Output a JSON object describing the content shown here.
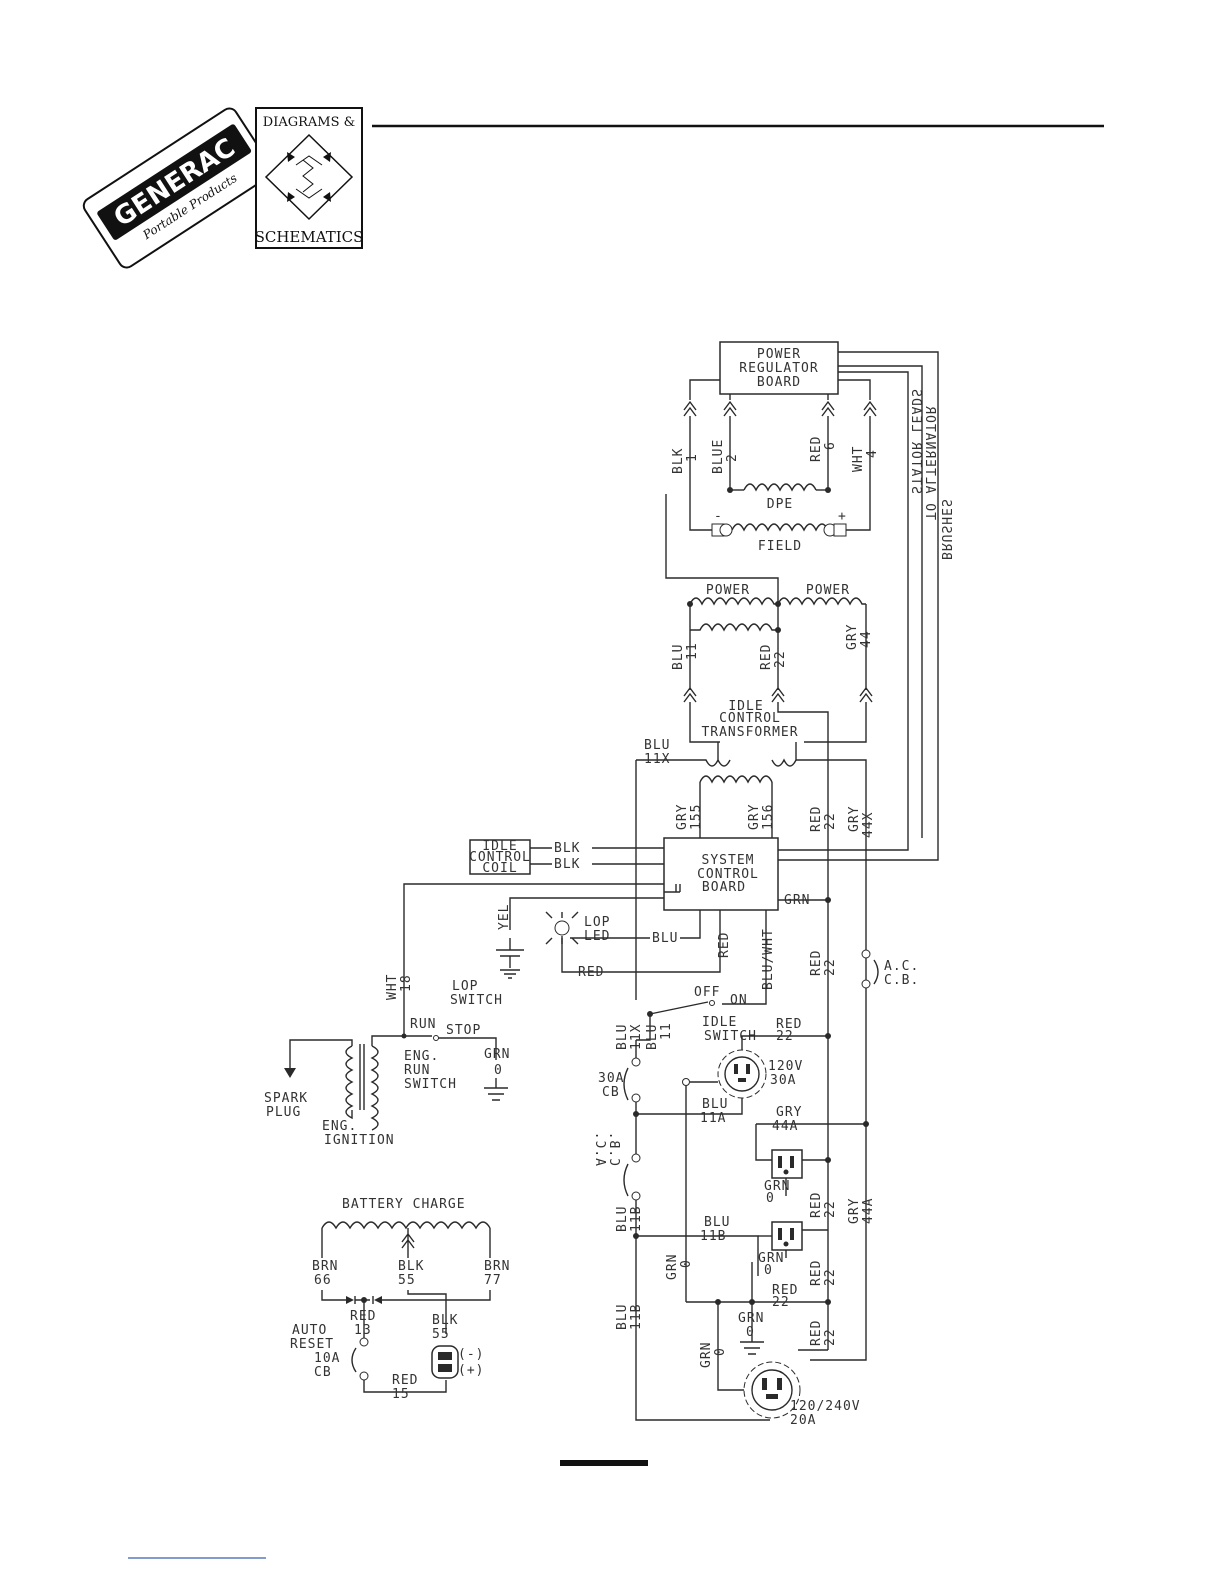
{
  "header": {
    "brand": "GENERAC",
    "brand_sub": "Portable Products",
    "badge_top": "DIAGRAMS &",
    "badge_bottom": "SCHEMATICS"
  },
  "components": {
    "power_regulator_board": [
      "POWER",
      "REGULATOR",
      "BOARD"
    ],
    "dpe": "DPE",
    "field": "FIELD",
    "power_left": "POWER",
    "power_right": "POWER",
    "idle_control_transformer": [
      "IDLE",
      "CONTROL",
      "TRANSFORMER"
    ],
    "system_control_board": [
      "SYSTEM",
      "CONTROL",
      "BOARD"
    ],
    "idle_control_coil": [
      "IDLE",
      "CONTROL",
      "COIL"
    ],
    "lop_led": [
      "LOP",
      "LED"
    ],
    "lop_switch": [
      "LOP",
      "SWITCH"
    ],
    "eng_run_switch": [
      "ENG.",
      "RUN",
      "SWITCH"
    ],
    "run": "RUN",
    "stop": "STOP",
    "spark_plug": [
      "SPARK",
      "PLUG"
    ],
    "eng_ignition": [
      "ENG.",
      "IGNITION"
    ],
    "idle_switch": [
      "IDLE",
      "SWITCH"
    ],
    "off": "OFF",
    "on": "ON",
    "cb_30a": [
      "30A",
      "CB"
    ],
    "receptacle_120v_30a": [
      "120V",
      "30A"
    ],
    "receptacle_120_240v_20a": [
      "120/240V",
      "20A"
    ],
    "ac_cb_right": [
      "A.C.",
      "C.B."
    ],
    "ac_cb_left": [
      "A.C.",
      "C.B."
    ],
    "battery_charge": "BATTERY CHARGE",
    "auto_reset": [
      "AUTO",
      "RESET",
      "10A",
      "CB"
    ],
    "polarity": [
      "(-)",
      "(+)"
    ],
    "field_minus": "-",
    "field_plus": "+"
  },
  "wires": {
    "blk1": [
      "BLK",
      "1"
    ],
    "blue2": [
      "BLUE",
      "2"
    ],
    "red6": [
      "RED",
      "6"
    ],
    "wht4": [
      "WHT",
      "4"
    ],
    "blu11": [
      "BLU",
      "11"
    ],
    "red22": [
      "RED",
      "22"
    ],
    "gry44": [
      "GRY",
      "44"
    ],
    "blu11x": [
      "BLU",
      "11X"
    ],
    "gry155": [
      "GRY",
      "155"
    ],
    "gry156": [
      "GRY",
      "156"
    ],
    "red22b": [
      "RED",
      "22"
    ],
    "gry44x": [
      "GRY",
      "44X"
    ],
    "blk": "BLK",
    "blu": "BLU",
    "red": "RED",
    "grn": "GRN",
    "yel": "YEL",
    "blu_wht": "BLU/WHT",
    "wht18": [
      "WHT",
      "18"
    ],
    "grn0": [
      "GRN",
      "0"
    ],
    "blu11x_v": [
      "BLU",
      "11X"
    ],
    "blu11_v": [
      "BLU",
      "11"
    ],
    "red22_h": [
      "RED",
      "22"
    ],
    "blu11a": [
      "BLU",
      "11A"
    ],
    "gry44a": [
      "GRY",
      "44A"
    ],
    "grn0_a": [
      "GRN",
      "0"
    ],
    "blu11b_h": [
      "BLU",
      "11B"
    ],
    "grn0_b": [
      "GRN",
      "0"
    ],
    "red22_c": [
      "RED",
      "22"
    ],
    "grn0_c": [
      "GRN",
      "0"
    ],
    "blu11b_v": [
      "BLU",
      "11B"
    ],
    "blu11b_low": [
      "BLU",
      "11B"
    ],
    "grn0_v": [
      "GRN",
      "0"
    ],
    "grn0_v2": [
      "GRN",
      "0"
    ],
    "red22_v": [
      "RED",
      "22"
    ],
    "red22_v2": [
      "RED",
      "22"
    ],
    "red22_v3": [
      "RED",
      "22"
    ],
    "red22_v4": [
      "RED",
      "22"
    ],
    "gry44a_v": [
      "GRY",
      "44A"
    ],
    "brn66": [
      "BRN",
      "66"
    ],
    "blk55": [
      "BLK",
      "55"
    ],
    "brn77": [
      "BRN",
      "77"
    ],
    "red13": [
      "RED",
      "13"
    ],
    "blk55b": [
      "BLK",
      "55"
    ],
    "red15": [
      "RED",
      "15"
    ]
  },
  "mirrored_labels": [
    "STATOR LEADS",
    "TO ALTERNATOR",
    "BRUSHES"
  ]
}
